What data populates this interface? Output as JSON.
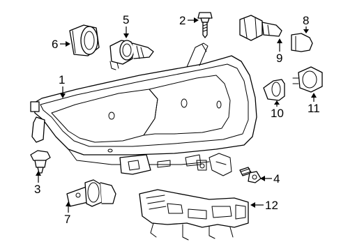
{
  "callouts": [
    {
      "id": "1",
      "label": "1"
    },
    {
      "id": "2",
      "label": "2"
    },
    {
      "id": "3",
      "label": "3"
    },
    {
      "id": "4",
      "label": "4"
    },
    {
      "id": "5",
      "label": "5"
    },
    {
      "id": "6",
      "label": "6"
    },
    {
      "id": "7",
      "label": "7"
    },
    {
      "id": "8",
      "label": "8"
    },
    {
      "id": "9",
      "label": "9"
    },
    {
      "id": "10",
      "label": "10"
    },
    {
      "id": "11",
      "label": "11"
    },
    {
      "id": "12",
      "label": "12"
    }
  ],
  "colors": {
    "line": "#000000",
    "background": "#ffffff"
  }
}
